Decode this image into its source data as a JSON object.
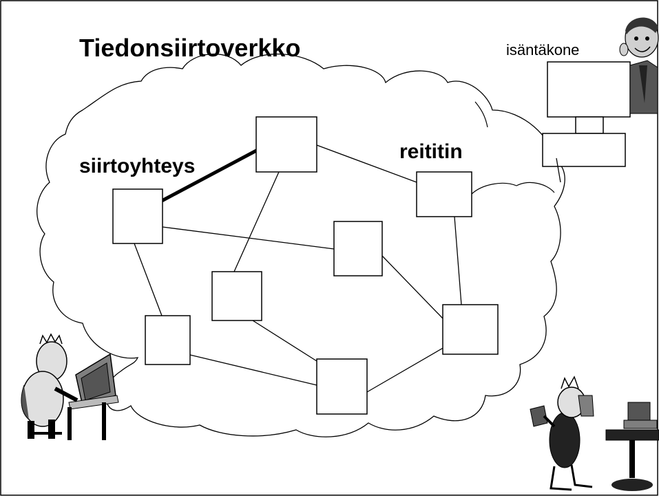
{
  "diagram": {
    "title": "Tiedonsiirtoverkko",
    "labels": {
      "link": "siirtoyhteys",
      "router": "reititin",
      "host": "isäntäkone"
    },
    "nodes": [
      {
        "id": "n1"
      },
      {
        "id": "n2"
      },
      {
        "id": "n3"
      },
      {
        "id": "n4"
      },
      {
        "id": "n5"
      },
      {
        "id": "n6"
      },
      {
        "id": "n7"
      },
      {
        "id": "n8"
      },
      {
        "id": "n9"
      }
    ],
    "edges": [
      {
        "from": "n1",
        "to": "n2",
        "emphasized": true
      },
      {
        "from": "n2",
        "to": "n3"
      },
      {
        "from": "n2",
        "to": "n5"
      },
      {
        "from": "n1",
        "to": "n4"
      },
      {
        "from": "n1",
        "to": "n6"
      },
      {
        "from": "n3",
        "to": "n7"
      },
      {
        "from": "n4",
        "to": "n7"
      },
      {
        "from": "n5",
        "to": "n8"
      },
      {
        "from": "n6",
        "to": "n8"
      },
      {
        "from": "n8",
        "to": "n7"
      }
    ],
    "colors": {
      "line": "#000000",
      "background": "#ffffff",
      "figure_gray": "#7f7f7f"
    }
  }
}
